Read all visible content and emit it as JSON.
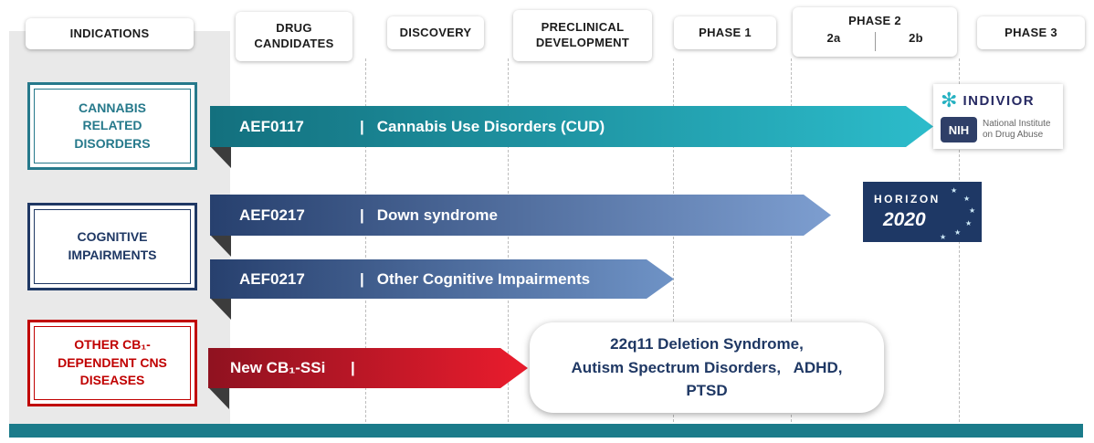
{
  "header": {
    "indications": "INDICATIONS",
    "drug_candidates": "DRUG CANDIDATES",
    "discovery": "DISCOVERY",
    "preclinical": "PRECLINICAL DEVELOPMENT",
    "phase1": "PHASE 1",
    "phase2": "PHASE 2",
    "phase2a": "2a",
    "phase2b": "2b",
    "phase3": "PHASE 3"
  },
  "indications": [
    {
      "label": "CANNABIS RELATED DISORDERS",
      "color": "#26798b"
    },
    {
      "label": "COGNITIVE IMPAIRMENTS",
      "color": "#1f3864"
    },
    {
      "label": "OTHER CB₁-DEPENDENT CNS DISEASES",
      "color": "#c00000"
    }
  ],
  "pipeline": [
    {
      "candidate": "AEF0117",
      "divider": "|",
      "indication": "Cannabis Use Disorders (CUD)",
      "stage_reached": "Phase 2b",
      "color_start": "#13707e",
      "color_end": "#2cbccb"
    },
    {
      "candidate": "AEF0217",
      "divider": "|",
      "indication": "Down syndrome",
      "stage_reached": "Phase 2a",
      "color_start": "#27406e",
      "color_end": "#7d9ed0"
    },
    {
      "candidate": "AEF0217",
      "divider": "|",
      "indication": "Other Cognitive Impairments",
      "stage_reached": "Phase 1",
      "color_start": "#27406e",
      "color_end": "#6f93c6"
    },
    {
      "candidate": "New CB₁-SSi",
      "divider": "|",
      "indication": "",
      "stage_reached": "Preclinical Development",
      "color_start": "#8f1220",
      "color_end": "#ea1c2d"
    }
  ],
  "target_box": {
    "lines": [
      "22q11 Deletion Syndrome,",
      "Autism Spectrum Disorders,   ADHD,",
      "PTSD"
    ]
  },
  "logos": {
    "indivior": {
      "icon": "✻",
      "name": "INDIVIOR"
    },
    "nih": {
      "abbr": "NIH",
      "line1": "National Institute",
      "line2": "on Drug Abuse"
    },
    "horizon": {
      "name": "HORIZON",
      "year": "2020",
      "star_icon": "★"
    }
  },
  "colors": {
    "teal": "#1b7f8e",
    "teal_light": "#2cbccb",
    "navy": "#1f3864",
    "blue_light": "#7d9ed0",
    "red": "#c00000",
    "red_bright": "#ea1c2d",
    "footer_bar": "#1b7b8a"
  }
}
